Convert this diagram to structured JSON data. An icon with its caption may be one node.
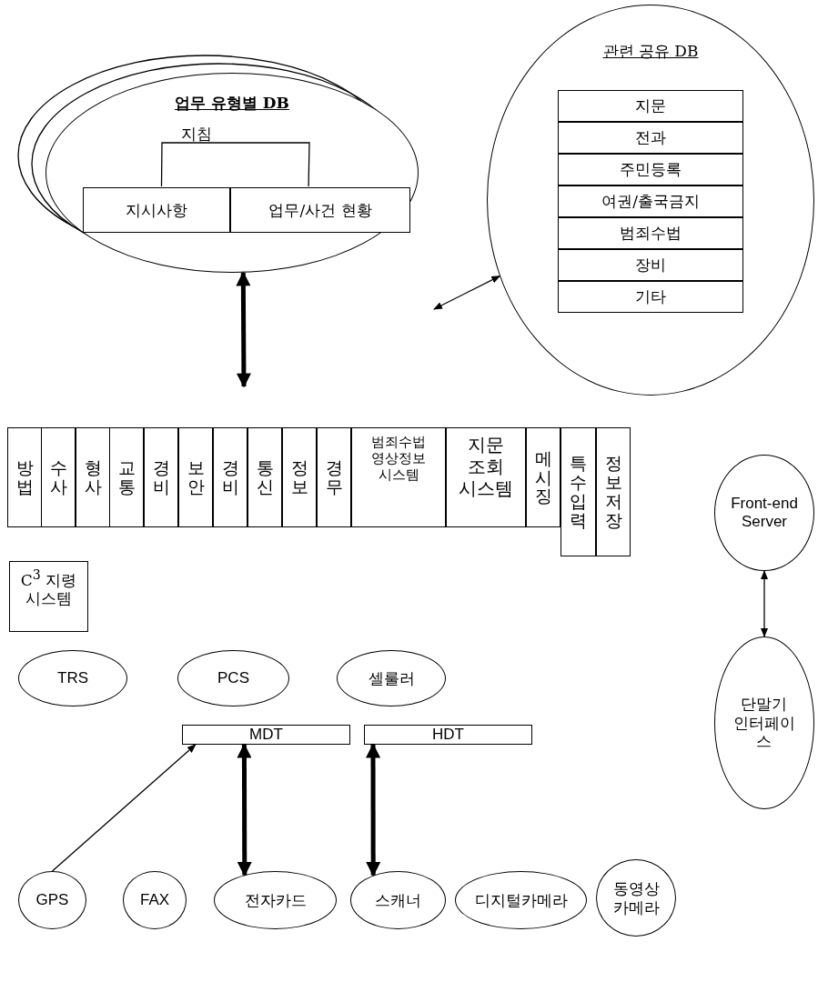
{
  "diagram": {
    "nodes": [
      {
        "text": [
          "업무 유형별 DB"
        ]
      },
      {
        "text": [
          "지침"
        ],
        "in": 0
      },
      {
        "text": [
          "지시사항"
        ],
        "in": 0
      },
      {
        "text": [
          "업무/사건 현황"
        ],
        "in": 0
      },
      {
        "text": [
          "관련 공유 DB"
        ]
      },
      {
        "text": [
          "지문"
        ],
        "in": 4
      },
      {
        "text": [
          "전과"
        ],
        "in": 4
      },
      {
        "text": [
          "주민등록"
        ],
        "in": 4
      },
      {
        "text": [
          "여권/출국금지"
        ],
        "in": 4
      },
      {
        "text": [
          "범죄수법"
        ],
        "in": 4
      },
      {
        "text": [
          "장비"
        ],
        "in": 4
      },
      {
        "text": [
          "기타"
        ],
        "in": 4
      },
      {
        "text": [
          "방법"
        ]
      },
      {
        "text": [
          "수사"
        ]
      },
      {
        "text": [
          "형사"
        ]
      },
      {
        "text": [
          "교통"
        ]
      },
      {
        "text": [
          "경비"
        ]
      },
      {
        "text": [
          "보안"
        ]
      },
      {
        "text": [
          "경비"
        ]
      },
      {
        "text": [
          "통신"
        ]
      },
      {
        "text": [
          "정보"
        ]
      },
      {
        "text": [
          "경무"
        ]
      },
      {
        "text": [
          "범죄수법 영상정보 시스템"
        ]
      },
      {
        "text": [
          "지문 조회 시스템"
        ]
      },
      {
        "text": [
          "메시징"
        ]
      },
      {
        "text": [
          "특수입력"
        ]
      },
      {
        "text": [
          "정보저장"
        ]
      },
      {
        "text": [
          "C$^{3}$ 지령 시스템"
        ]
      },
      {
        "text": [
          "Front-end Server"
        ]
      },
      {
        "text": [
          "단말기 인터페이스"
        ]
      },
      {
        "text": [
          "TRS"
        ]
      },
      {
        "text": [
          "PCS"
        ]
      },
      {
        "text": [
          "셀룰러"
        ]
      },
      {
        "text": [
          "MDT"
        ]
      },
      {
        "text": [
          "HDT"
        ]
      },
      {
        "text": [
          "GPS"
        ]
      },
      {
        "text": [
          "FAX"
        ]
      },
      {
        "text": [
          "전자카드"
        ]
      },
      {
        "text": [
          "스캐너"
        ]
      },
      {
        "text": [
          "디지털카메라"
        ]
      },
      {
        "text": [
          "동영상 카메라"
        ]
      }
    ],
    "edges": [
      {
        "from": 1,
        "to": 2,
        "arrow": "none"
      },
      {
        "from": 1,
        "to": 3,
        "arrow": "none"
      },
      {
        "from": 0,
        "to": null,
        "arrow": "both",
        "style": "thick"
      },
      {
        "from": 4,
        "to": null,
        "arrow": "both"
      },
      {
        "from": 28,
        "to": 29,
        "arrow": "both"
      },
      {
        "from": 35,
        "to": 33,
        "arrow": "to"
      },
      {
        "from": 33,
        "to": 37,
        "arrow": "both",
        "style": "thick"
      },
      {
        "from": 34,
        "to": 38,
        "arrow": "both",
        "style": "thick"
      }
    ]
  }
}
